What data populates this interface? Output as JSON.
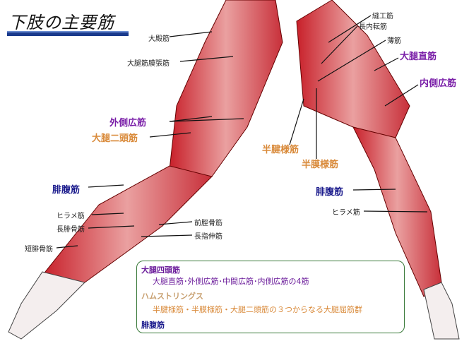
{
  "title": "下肢の主要筋",
  "labels": {
    "gluteus_max": "大殿筋",
    "tfl": "大腿筋膜張筋",
    "sartorius": "縫工筋",
    "adductor_longus": "長内転筋",
    "gracilis": "薄筋",
    "rectus_femoris": "大腿直筋",
    "vastus_medialis": "内側広筋",
    "vastus_lateralis": "外側広筋",
    "biceps_femoris": "大腿二頭筋",
    "semitendinosus": "半腱様筋",
    "semimembranosus": "半膜様筋",
    "gastrocnemius_left": "腓腹筋",
    "gastrocnemius_right": "腓腹筋",
    "soleus_left": "ヒラメ筋",
    "peroneus_longus": "長腓骨筋",
    "peroneus_brevis": "短腓骨筋",
    "tibialis_anterior": "前脛骨筋",
    "ext_digitorum": "長指伸筋",
    "soleus_right": "ヒラメ筋"
  },
  "legend": {
    "quad_title": "大腿四頭筋",
    "quad_desc": "大腿直筋･外側広筋･中間広筋･内側広筋の4筋",
    "ham_title": "ハムストリングス",
    "ham_desc": "半腱様筋・半膜様筋・大腿二頭筋の３つからなる大腿屈筋群",
    "gastro_title": "腓腹筋"
  },
  "colors": {
    "muscle": "#d0454a",
    "purple": "#7a1fa8",
    "orange": "#d98a3a",
    "blue": "#1a1a8c"
  }
}
